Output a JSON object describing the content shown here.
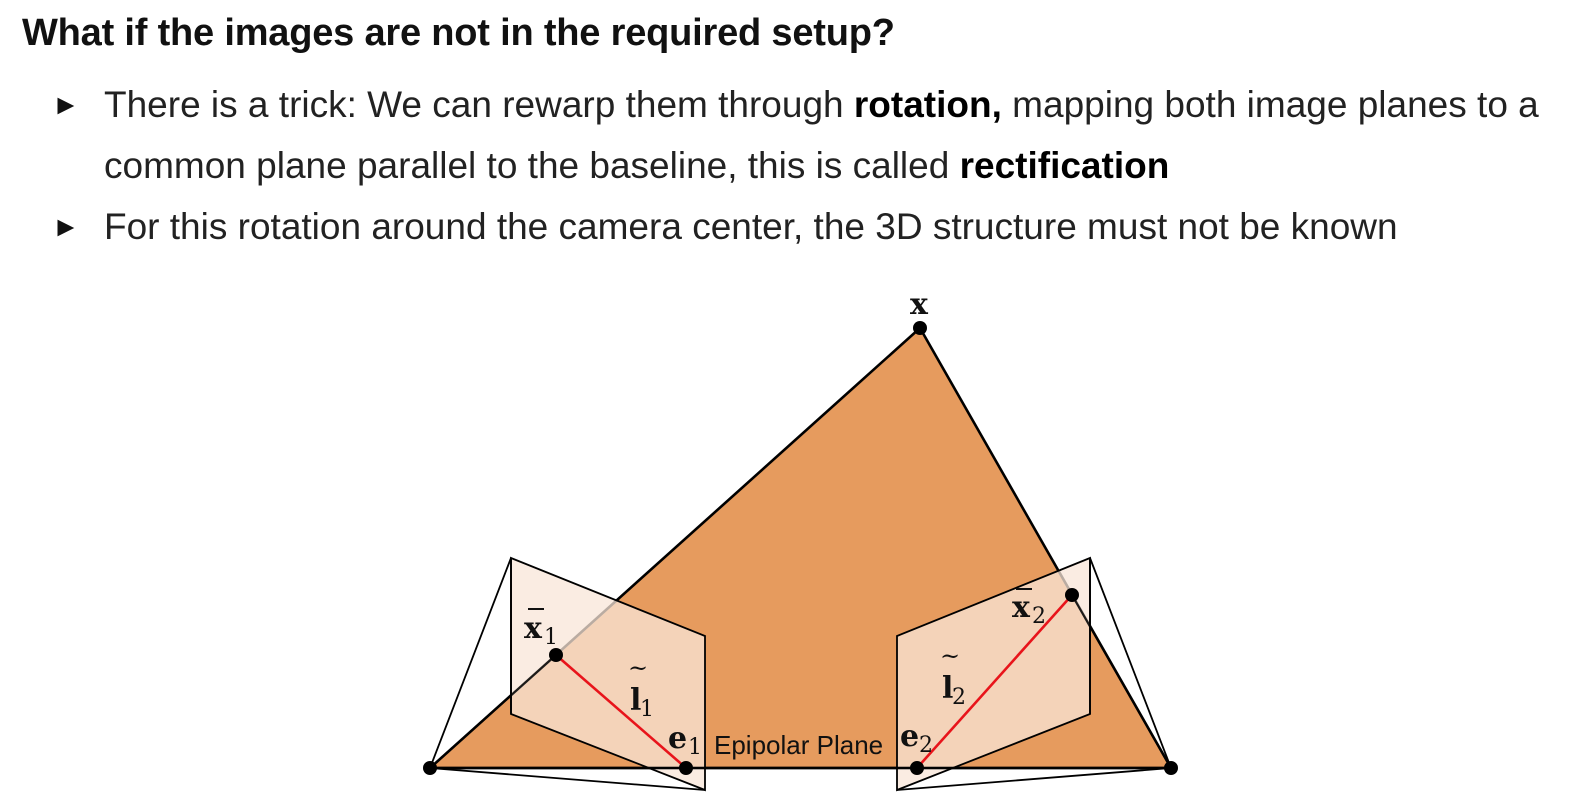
{
  "title": "What if the images are not in the required setup?",
  "bullets": [
    {
      "marker": "►",
      "parts": [
        {
          "t": "There is a trick: We can rewarp them through "
        },
        {
          "t": "rotation,",
          "b": true
        },
        {
          "t": " mapping both image planes to a common plane parallel to the baseline, this is called "
        },
        {
          "t": "rectification",
          "b": true
        }
      ]
    },
    {
      "marker": "►",
      "parts": [
        {
          "t": "For this rotation around the camera center, the 3D structure must not be known"
        }
      ]
    }
  ],
  "diagram": {
    "point_label": "x",
    "x1_label": "x",
    "x1_sub": "1",
    "x2_label": "x",
    "x2_sub": "2",
    "l1_label": "l",
    "l1_sub": "1",
    "l2_label": "l",
    "l2_sub": "2",
    "e1_label": "e",
    "e1_sub": "1",
    "e2_label": "e",
    "e2_sub": "2",
    "plane_label": "Epipolar Plane",
    "plane_color": "#e69b5e",
    "epipolar_line_color": "#e8141b",
    "image_plane_fill": "#f8e6d8"
  }
}
